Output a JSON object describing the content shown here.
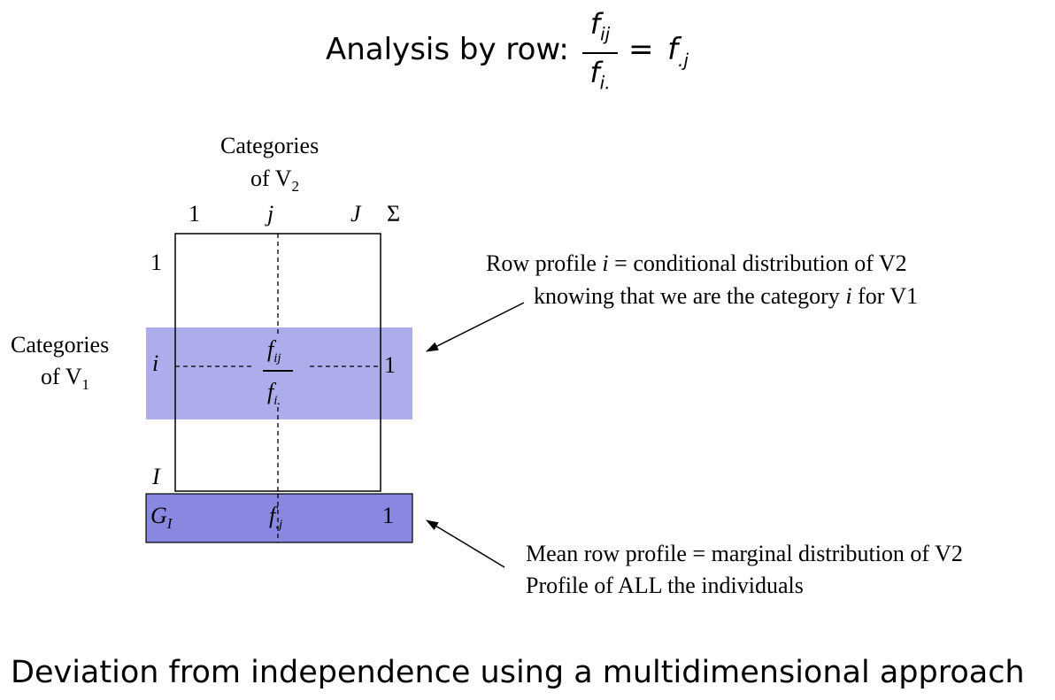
{
  "title": {
    "prefix": "Analysis by row:",
    "numerator": "f",
    "numerator_sub": "ij",
    "denominator": "f",
    "denominator_sub": "i.",
    "equals": "=",
    "rhs": "f",
    "rhs_sub": ".j"
  },
  "columns_label": {
    "line1": "Categories",
    "line2": "of V",
    "line2_sub": "2"
  },
  "rows_label": {
    "line1": "Categories",
    "line2": "of V",
    "line2_sub": "1"
  },
  "column_ticks": {
    "first": "1",
    "j": "j",
    "last": "J",
    "sum": "Σ"
  },
  "row_ticks": {
    "first": "1",
    "i": "i",
    "last": "I"
  },
  "cell": {
    "numerator": "f",
    "numerator_sub": "ij",
    "denominator": "f",
    "denominator_sub": "i.",
    "row_total": "1"
  },
  "mean_row": {
    "label": "G",
    "label_sub": "I",
    "value": "f",
    "value_sub": ".j",
    "total": "1"
  },
  "annotation_row_profile": {
    "line1_a": "Row profile ",
    "line1_i": "i",
    "line1_b": " = conditional distribution of V2",
    "line2_a": "knowing that we are the category ",
    "line2_i": "i",
    "line2_b": " for V1"
  },
  "annotation_mean_profile": {
    "line1": "Mean row profile = marginal distribution of V2",
    "line2": "Profile of ALL the individuals"
  },
  "footer": "Deviation from independence using a multidimensional approach",
  "colors": {
    "row_band": "#adadec",
    "mean_band": "#8888e0",
    "line": "#000000"
  }
}
